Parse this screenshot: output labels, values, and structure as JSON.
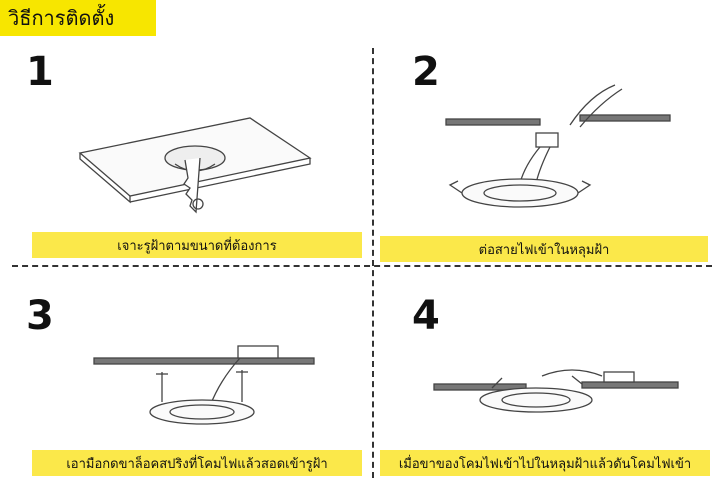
{
  "header": {
    "title": "วิธีการติดตั้ง"
  },
  "steps": [
    {
      "number": "1",
      "caption": "เจาะรูฝ้าตามขนาดที่ต้องการ"
    },
    {
      "number": "2",
      "caption": "ต่อสายไฟเข้าในหลุมฝ้า"
    },
    {
      "number": "3",
      "caption": "เอามือกดขาล็อคสปริงที่โคมไฟแล้วสอดเข้ารูฝ้า"
    },
    {
      "number": "4",
      "caption": "เมื่อขาของโคมไฟเข้าไปในหลุมฝ้าแล้วดันโคมไฟเข้า"
    }
  ],
  "colors": {
    "highlight": "#f7e600",
    "caption_bg": "#fbe84a",
    "line": "#333333"
  }
}
